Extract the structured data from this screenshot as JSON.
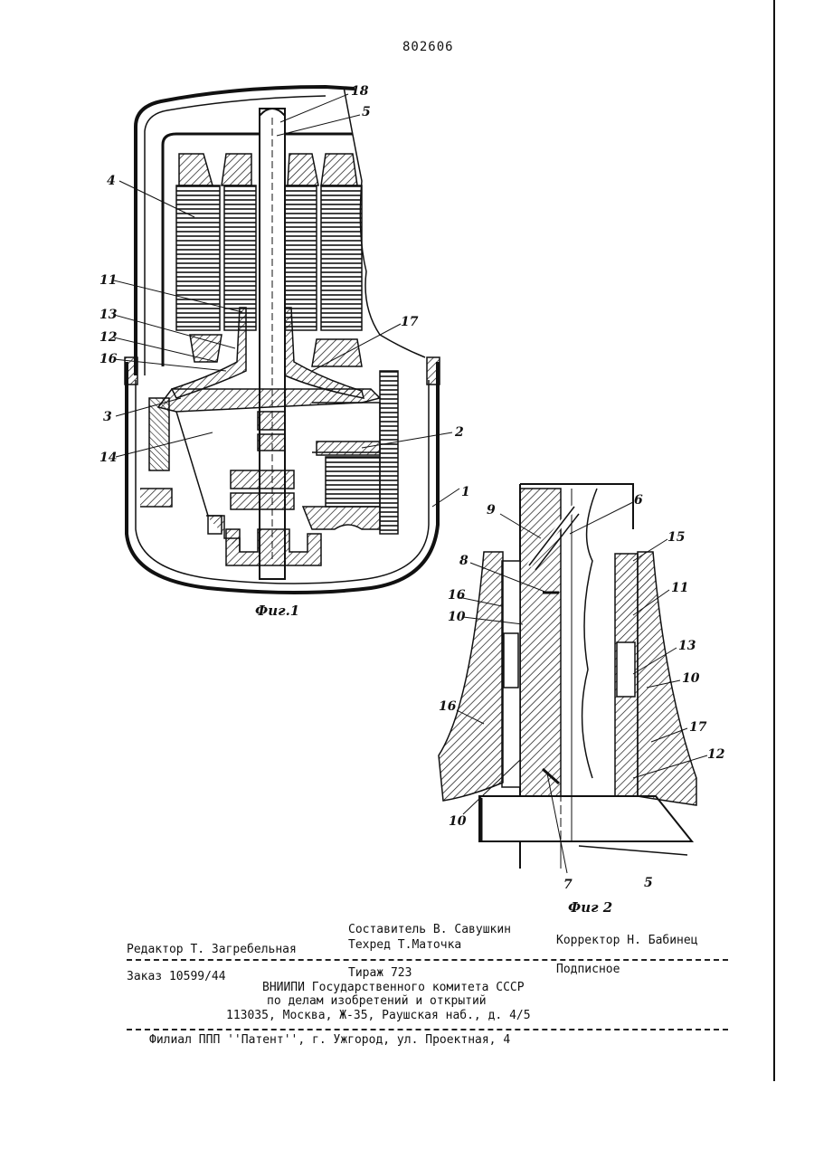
{
  "document": {
    "patent_number": "802606",
    "figure1_caption": "Фиг.1",
    "figure2_caption": "Фиг 2",
    "figure1_labels": [
      "18",
      "5",
      "4",
      "11",
      "13",
      "12",
      "16",
      "3",
      "14",
      "17",
      "2",
      "1"
    ],
    "figure2_labels": [
      "9",
      "6",
      "15",
      "8",
      "16",
      "10",
      "11",
      "13",
      "10",
      "16",
      "17",
      "12",
      "10",
      "7",
      "5"
    ]
  },
  "imprint": {
    "compiler": "Составитель В. Савушкин",
    "editor": "Редактор Т. Загребельная",
    "tech_editor": "Техред Т.Маточка",
    "corrector": "Корректор Н. Бабинец",
    "order": "Заказ 10599/44",
    "circulation": "Тираж 723",
    "subscription": "Подписное",
    "org_line1": "ВНИИПИ Государственного комитета СССР",
    "org_line2": "по делам изобретений и открытий",
    "address": "113035, Москва, Ж-35, Раушская наб., д. 4/5",
    "branch": "Филиал ППП ''Патент'', г. Ужгород, ул. Проектная, 4"
  }
}
